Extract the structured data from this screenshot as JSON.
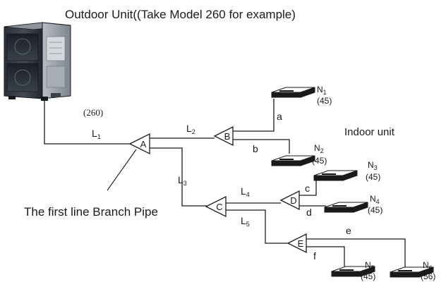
{
  "title": "Outdoor Unit((Take Model 260 for example)",
  "outdoor_capacity": "(260)",
  "indoor_unit_label": "Indoor unit",
  "first_branch_label": "The first line Branch Pipe",
  "pipe_labels": {
    "L1": "L1",
    "L2": "L2",
    "L3": "L3",
    "L4": "L4",
    "L5": "L5",
    "a": "a",
    "b": "b",
    "c": "c",
    "d": "d",
    "e": "e",
    "f": "f"
  },
  "branches": {
    "A": "A",
    "B": "B",
    "C": "C",
    "D": "D",
    "E": "E"
  },
  "indoor_units": [
    {
      "name": "N1",
      "capacity": "(45)"
    },
    {
      "name": "N2",
      "capacity": "(45)"
    },
    {
      "name": "N3",
      "capacity": "(45)"
    },
    {
      "name": "N4",
      "capacity": "(45)"
    },
    {
      "name": "N5",
      "capacity": "(45)"
    },
    {
      "name": "N6",
      "capacity": "(56)"
    }
  ]
}
